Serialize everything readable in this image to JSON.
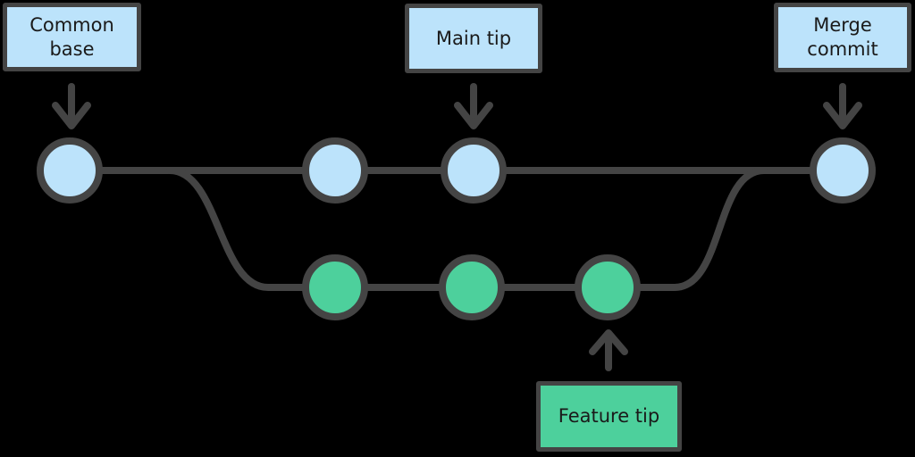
{
  "page": {
    "background": "#000000"
  },
  "colors": {
    "stroke": "#444444",
    "commit_blue": "#bce3fb",
    "commit_green": "#4dd09c",
    "label_text": "#1a1a1a"
  },
  "labels": {
    "common_base": "Common base",
    "main_tip": "Main tip",
    "merge_commit": "Merge commit",
    "feature_tip": "Feature tip"
  },
  "diagram": {
    "kind": "git branch and merge graph",
    "main_branch": {
      "commit_count": 4,
      "node_color": "#bce3fb"
    },
    "feature_branch": {
      "commit_count": 3,
      "node_color": "#4dd09c"
    },
    "annotations": [
      {
        "label": "Common base",
        "arrow_direction": "down"
      },
      {
        "label": "Main tip",
        "arrow_direction": "down"
      },
      {
        "label": "Merge commit",
        "arrow_direction": "down"
      },
      {
        "label": "Feature tip",
        "arrow_direction": "up"
      }
    ]
  }
}
